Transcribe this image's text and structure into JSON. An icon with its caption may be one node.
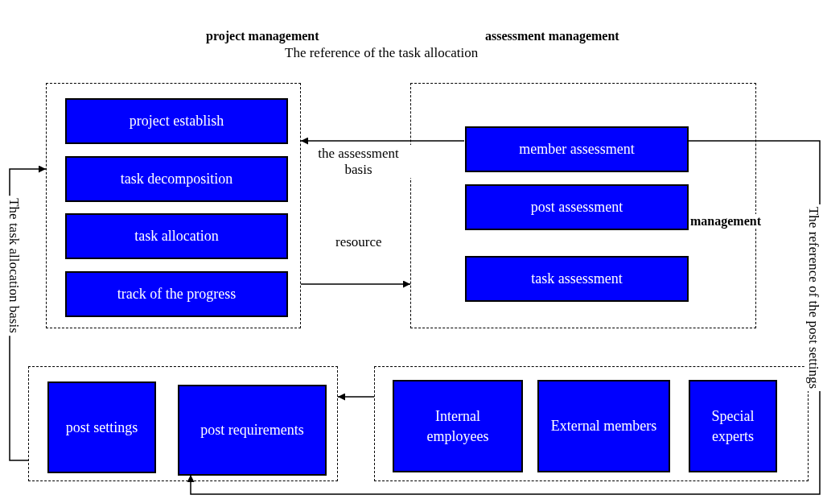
{
  "diagram": {
    "nodes": [
      {
        "text": [],
        "shape": "box"
      },
      {
        "text": [
          "project establish"
        ],
        "in": 0
      },
      {
        "text": [
          "task decomposition"
        ],
        "in": 0
      },
      {
        "text": [
          "task allocation"
        ],
        "in": 0
      },
      {
        "text": [
          "track of the progress"
        ],
        "in": 0
      },
      {
        "text": [],
        "shape": "box"
      },
      {
        "text": [
          "member assessment"
        ],
        "in": 5
      },
      {
        "text": [
          "post assessment"
        ],
        "in": 5
      },
      {
        "text": [
          "task assessment"
        ],
        "in": 5
      },
      {
        "text": [],
        "shape": "box"
      },
      {
        "text": [
          "post settings"
        ],
        "in": 9
      },
      {
        "text": [
          "post requirements"
        ],
        "in": 9
      },
      {
        "text": [],
        "shape": "box"
      },
      {
        "text": [
          "Internal employees"
        ],
        "in": 12
      },
      {
        "text": [
          "External members"
        ],
        "in": 12
      },
      {
        "text": [
          "Special experts"
        ],
        "in": 12
      }
    ],
    "edges": [
      {
        "from": 6,
        "to": 0,
        "arrow": "to",
        "label": "the assessment basis"
      },
      {
        "from": 0,
        "to": 5,
        "arrow": "to",
        "label": "resource"
      },
      {
        "from": 12,
        "to": 9,
        "arrow": "to"
      },
      {
        "from": 9,
        "to": 0,
        "arrow": "to",
        "label": "The task allocation basis"
      },
      {
        "from": 6,
        "to": 11,
        "arrow": "to",
        "label": "The reference of the post settings"
      }
    ],
    "labels": [
      "project management",
      "assessment management",
      "The reference of the task allocation",
      "management"
    ]
  }
}
